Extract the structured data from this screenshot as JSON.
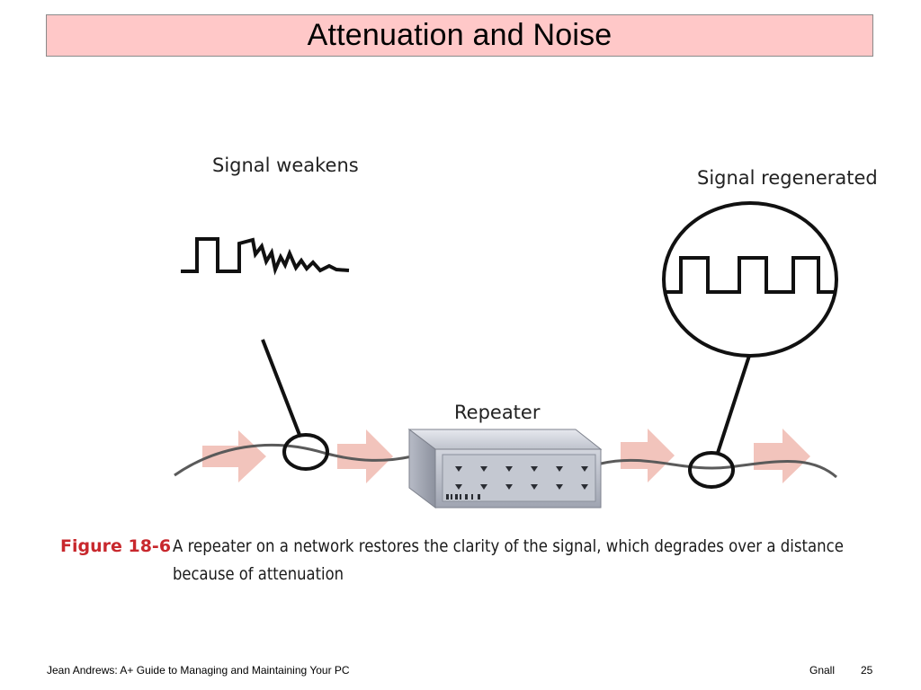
{
  "slide": {
    "title": "Attenuation and Noise"
  },
  "figure": {
    "label_weakens": "Signal weakens",
    "label_regenerated": "Signal regenerated",
    "label_repeater": "Repeater",
    "caption_label": "Figure 18-6",
    "caption_line1": "A repeater on a network restores the clarity of the signal, which degrades over a distance",
    "caption_line2": "because of attenuation",
    "colors": {
      "arrow": "#f2c4bc",
      "caption_label": "#c8282d",
      "cable": "#5a5a5a",
      "title_bg": "#ffc8c8"
    }
  },
  "footer": {
    "source": "Jean Andrews: A+ Guide to Managing and Maintaining Your PC",
    "author": "Gnall",
    "page": "25"
  }
}
